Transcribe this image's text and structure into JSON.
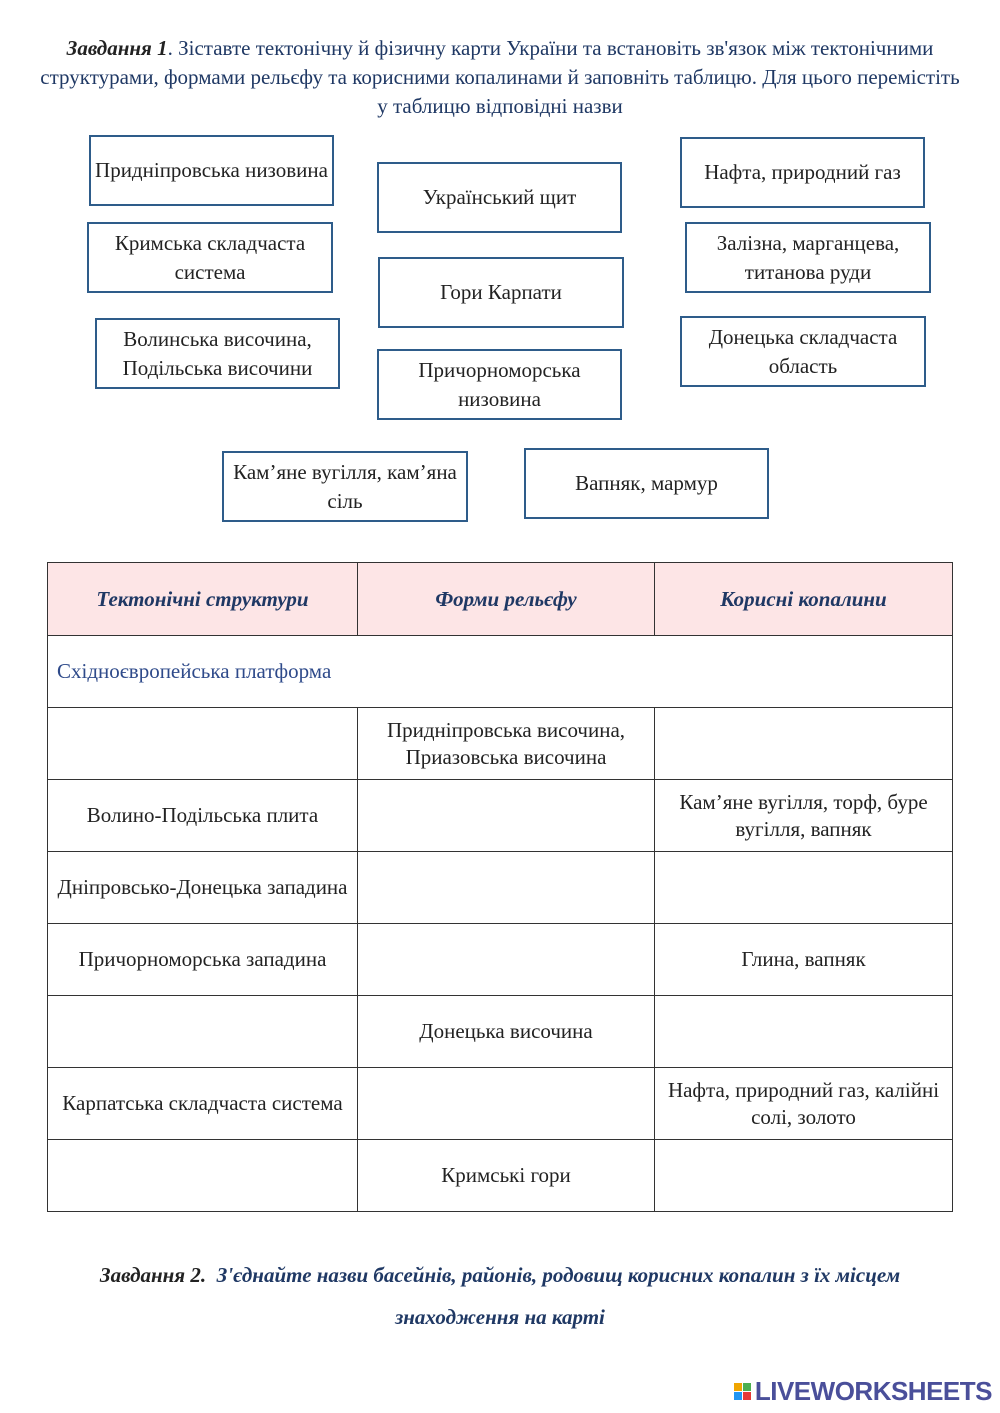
{
  "task1": {
    "lead": "Завдання 1",
    "text": ". Зіставте тектонічну й фізичну карти України та встановіть зв'язок між тектонічними структурами, формами рельєфу та корисними копалинами й заповніть таблицю. Для цього перемістіть у таблицю відповідні назви"
  },
  "chips": [
    "Придніпровська низовина",
    "Український щит",
    "Нафта, природний газ",
    "Кримська складчаста система",
    "Гори Карпати",
    "Залізна, марганцева, титанова руди",
    "Волинська височина, Подільська височини",
    "Причорноморська низовина",
    "Донецька складчаста область",
    "Кам’яне вугілля, кам’яна сіль",
    "Вапняк, мармур"
  ],
  "table": {
    "headers": [
      "Тектонічні структури",
      "Форми рельєфу",
      "Корисні копалини"
    ],
    "span_row": "Східноєвропейська платформа",
    "rows": [
      [
        "",
        "Придніпровська височина, Приазовська височина",
        ""
      ],
      [
        "Волино-Подільська плита",
        "",
        "Кам’яне вугілля, торф, буре вугілля, вапняк"
      ],
      [
        "Дніпровсько-Донецька западина",
        "",
        ""
      ],
      [
        "Причорноморська западина",
        "",
        "Глина, вапняк"
      ],
      [
        "",
        "Донецька височина",
        ""
      ],
      [
        "Карпатська складчаста система",
        "",
        "Нафта, природний газ, калійні солі, золото"
      ],
      [
        "",
        "Кримські гори",
        ""
      ]
    ]
  },
  "task2": {
    "lead": "Завдання 2.",
    "text": "З'єднайте  назви басейнів, районів, родовищ корисних копалин з їх місцем знаходження на карті"
  },
  "logo": {
    "text": "LIVEWORKSHEETS",
    "colors": [
      "#f0a500",
      "#4caf50",
      "#2196f3",
      "#e53935"
    ]
  }
}
